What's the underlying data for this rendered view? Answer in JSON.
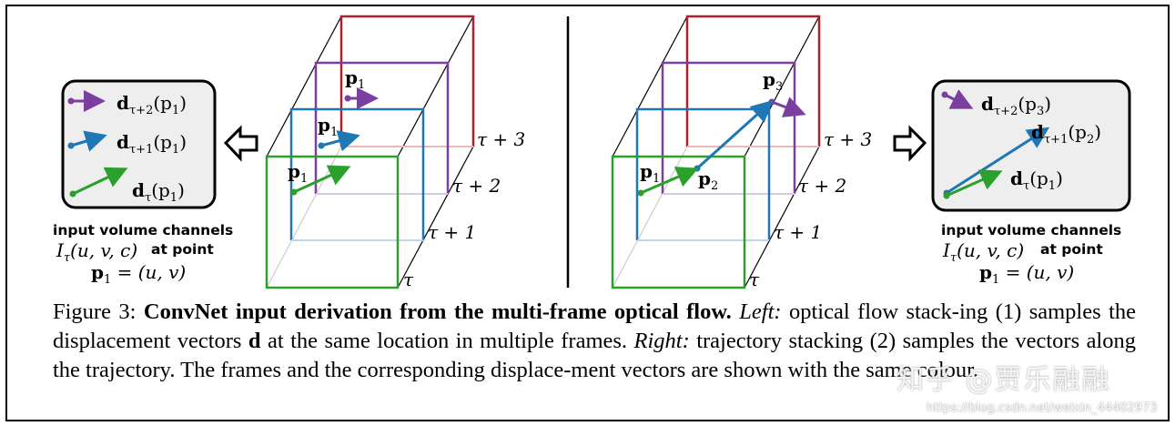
{
  "figure": {
    "caption": {
      "label": "Figure 3:",
      "title": "ConvNet input derivation from the multi-frame optical flow.",
      "left_label": "Left:",
      "left_text_1": " optical flow stack-ing (1) samples the displacement vectors ",
      "d_symbol": "d",
      "left_text_2": " at the same location in multiple frames. ",
      "right_label": "Right:",
      "right_text": " trajectory stacking (2) samples the vectors along the trajectory. The frames and the corresponding displace-ment vectors are shown with the same colour."
    },
    "left_panel": {
      "channels_title": "input volume channels",
      "channel_expr": "I",
      "channel_sub": "τ",
      "channel_args": "(u, v, c)",
      "at_point": "at point",
      "point_expr": "p",
      "point_sub": "1",
      "point_eq": " = (u, v)",
      "legend": [
        {
          "d_sub": "τ+2",
          "arg": "(p",
          "arg_sub": "1",
          "color": "#7b3fa0"
        },
        {
          "d_sub": "τ+1",
          "arg": "(p",
          "arg_sub": "1",
          "color": "#1f77b4"
        },
        {
          "d_sub": "τ",
          "arg": "(p",
          "arg_sub": "1",
          "color": "#2ca02c"
        }
      ]
    },
    "right_panel": {
      "channels_title": "input volume channels",
      "channel_expr": "I",
      "channel_sub": "τ",
      "channel_args": "(u, v, c)",
      "at_point": "at point",
      "point_expr": "p",
      "point_sub": "1",
      "point_eq": " = (u, v)",
      "legend": [
        {
          "d_sub": "τ+2",
          "arg": "(p",
          "arg_sub": "3",
          "color": "#7b3fa0"
        },
        {
          "d_sub": "τ+1",
          "arg": "(p",
          "arg_sub": "2",
          "color": "#1f77b4"
        },
        {
          "d_sub": "τ",
          "arg": "(p",
          "arg_sub": "1",
          "color": "#2ca02c"
        }
      ]
    },
    "frame_labels": [
      "τ + 3",
      "τ + 2",
      "τ + 1",
      "τ"
    ],
    "point_labels_left": [
      "p",
      "p",
      "p"
    ],
    "point_labels_right": [
      "p",
      "p",
      "p"
    ],
    "point_subs_left": [
      "1",
      "1",
      "1"
    ],
    "point_subs_right": [
      "1",
      "2",
      "3"
    ],
    "colors": {
      "red": "#b0202a",
      "purple": "#7b3fa0",
      "blue": "#1f77b4",
      "green": "#2ca02c",
      "panel_bg": "#eeeeee"
    },
    "watermark": {
      "text": "知乎 @贾乐融融",
      "url": "https://blog.csdn.net/weixin_44402973"
    }
  }
}
